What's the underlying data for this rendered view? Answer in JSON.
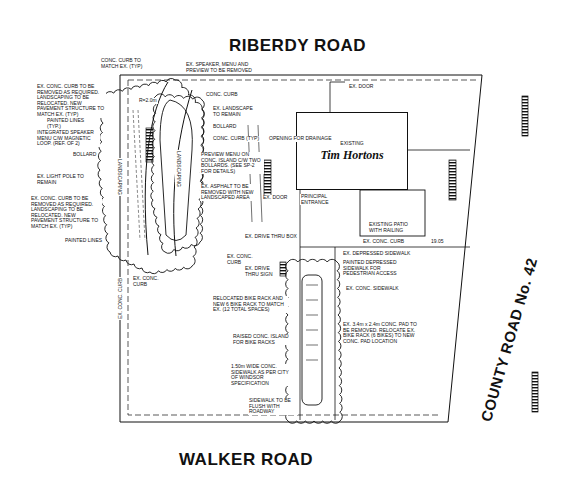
{
  "diagram": {
    "nodes": [
      {
        "text": [
          "EXISTING",
          "Tim Hortons"
        ]
      }
    ],
    "labels": [
      "RIBERDY ROAD",
      "WALKER ROAD",
      "COUNTY ROAD No. 42",
      "CONC. CURB TO MATCH EX. (TYP)",
      "EX. SPEAKER, MENU AND PREVIEW TO BE REMOVED",
      "EX. CONC. CURB TO BE REMOVED AS REQUIRED. LANDSCAPING TO BE RELOCATED. NEW PAVEMENT STRUCTURE TO MATCH EX. (TYP)",
      "PAINTED LINES (TYP.)",
      "INTEGRATED SPEAKER MENU C/W MAGNETIC LOOP. (REF. OF 2)",
      "BOLLARD",
      "EX. LIGHT POLE TO REMAIN",
      "EX. CONC. CURB TO BE REMOVED AS REQUIRED. LANDSCAPING TO BE RELOCATED. NEW PAVEMENT STRUCTURE TO MATCH EX. (TYP)",
      "PAINTED LINES",
      "R=2.0m",
      "CONC. CURB",
      "EX. LANDSCAPE TO REMAIN",
      "BOLLARD",
      "CONC. CURB (TYP)",
      "OPENING FOR DRAINAGE",
      "PREVIEW MENU ON CONC. ISLAND C/W TWO BOLLARDS. (SEE SP-2 FOR DETAILS)",
      "EX. ASPHALT TO BE REMOVED WITH NEW LANDSCAPED AREA",
      "LANDSCAPING",
      "LANDSCAPING",
      "EX. DOOR",
      "EX. DOOR",
      "PRINCIPAL ENTRANCE",
      "EXISTING PATIO WITH RAILING",
      "19.05",
      "EX. CONC. CURB",
      "EX. DRIVE THRU BOX",
      "EX. DEPRESSED SIDEWALK",
      "PAINTED DEPRESSED SIDEWALK FOR PEDESTRIAN ACCESS",
      "EX. CONC. CURB",
      "EX. CONC. CURB",
      "EX. DRIVE THRU SIGN",
      "EX. CONC. SIDEWALK",
      "RELOCATED BIKE RACK AND NEW 6 BIKE RACK TO MATCH EX. (12 TOTAL SPACES)",
      "RAISED CONC. ISLAND FOR BIKE RACKS",
      "EX. 3.4m x 2.4m CONC. PAD TO BE REMOVED. RELOCATE EX. BIKE RACK (6 BIKES) TO NEW CONC. PAD LOCATION",
      "1.50m WIDE CONC. SIDEWALK AS PER CITY OF WINDSOR SPECIFICATION",
      "SIDEWALK TO BE FLUSH WITH ROADWAY",
      "EX. CONC. CURB"
    ]
  }
}
